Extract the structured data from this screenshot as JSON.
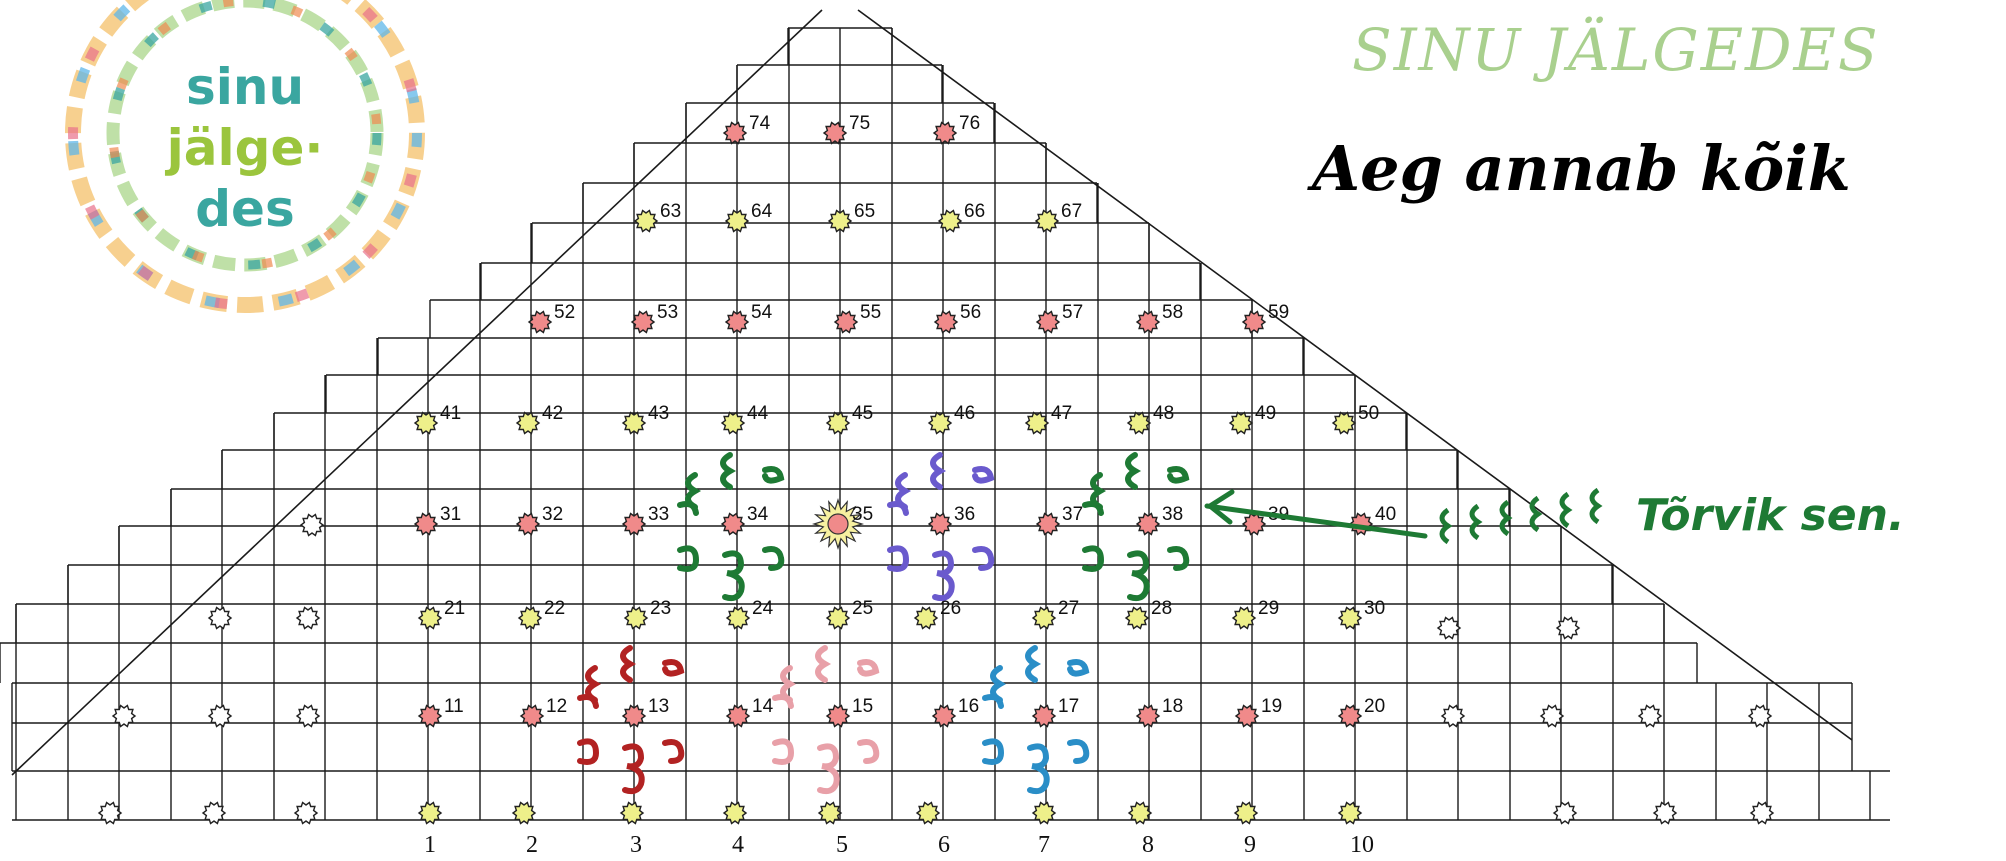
{
  "logo": {
    "lines": [
      "sinu",
      "jälge·",
      "des"
    ],
    "colors": {
      "line1": "#3aa6a0",
      "line2": "#9bc53d",
      "line3": "#3aa6a0"
    }
  },
  "title": "SINU JÄLGEDES",
  "subtitle": "Aeg annab kõik",
  "annotation": "Tõrvik sen.",
  "colors": {
    "pink": "#f08a8a",
    "yellow": "#eef08a",
    "white": "#ffffff",
    "green_text": "#a9d08e",
    "annotation_green": "#1e7a34"
  },
  "axis_numbers": [
    "1",
    "2",
    "3",
    "4",
    "5",
    "6",
    "7",
    "8",
    "9",
    "10"
  ],
  "points": [
    {
      "n": "74",
      "color": "pink"
    },
    {
      "n": "75",
      "color": "pink"
    },
    {
      "n": "76",
      "color": "pink"
    },
    {
      "n": "63",
      "color": "yellow"
    },
    {
      "n": "64",
      "color": "yellow"
    },
    {
      "n": "65",
      "color": "yellow"
    },
    {
      "n": "66",
      "color": "yellow"
    },
    {
      "n": "67",
      "color": "yellow"
    },
    {
      "n": "52",
      "color": "pink"
    },
    {
      "n": "53",
      "color": "pink"
    },
    {
      "n": "54",
      "color": "pink"
    },
    {
      "n": "55",
      "color": "pink"
    },
    {
      "n": "56",
      "color": "pink"
    },
    {
      "n": "57",
      "color": "pink"
    },
    {
      "n": "58",
      "color": "pink"
    },
    {
      "n": "59",
      "color": "pink"
    },
    {
      "n": "41",
      "color": "yellow"
    },
    {
      "n": "42",
      "color": "yellow"
    },
    {
      "n": "43",
      "color": "yellow"
    },
    {
      "n": "44",
      "color": "yellow"
    },
    {
      "n": "45",
      "color": "yellow"
    },
    {
      "n": "46",
      "color": "yellow"
    },
    {
      "n": "47",
      "color": "yellow"
    },
    {
      "n": "48",
      "color": "yellow"
    },
    {
      "n": "49",
      "color": "yellow"
    },
    {
      "n": "50",
      "color": "yellow"
    },
    {
      "n": "31",
      "color": "pink"
    },
    {
      "n": "32",
      "color": "pink"
    },
    {
      "n": "33",
      "color": "pink"
    },
    {
      "n": "34",
      "color": "pink"
    },
    {
      "n": "35",
      "color": "pink"
    },
    {
      "n": "36",
      "color": "pink"
    },
    {
      "n": "37",
      "color": "pink"
    },
    {
      "n": "38",
      "color": "pink"
    },
    {
      "n": "39",
      "color": "pink"
    },
    {
      "n": "40",
      "color": "pink"
    },
    {
      "n": "21",
      "color": "yellow"
    },
    {
      "n": "22",
      "color": "yellow"
    },
    {
      "n": "23",
      "color": "yellow"
    },
    {
      "n": "24",
      "color": "yellow"
    },
    {
      "n": "25",
      "color": "yellow"
    },
    {
      "n": "26",
      "color": "yellow"
    },
    {
      "n": "27",
      "color": "yellow"
    },
    {
      "n": "28",
      "color": "yellow"
    },
    {
      "n": "29",
      "color": "yellow"
    },
    {
      "n": "30",
      "color": "yellow"
    },
    {
      "n": "11",
      "color": "pink"
    },
    {
      "n": "12",
      "color": "pink"
    },
    {
      "n": "13",
      "color": "pink"
    },
    {
      "n": "14",
      "color": "pink"
    },
    {
      "n": "15",
      "color": "pink"
    },
    {
      "n": "16",
      "color": "pink"
    },
    {
      "n": "17",
      "color": "pink"
    },
    {
      "n": "18",
      "color": "pink"
    },
    {
      "n": "19",
      "color": "pink"
    },
    {
      "n": "20",
      "color": "pink"
    }
  ]
}
